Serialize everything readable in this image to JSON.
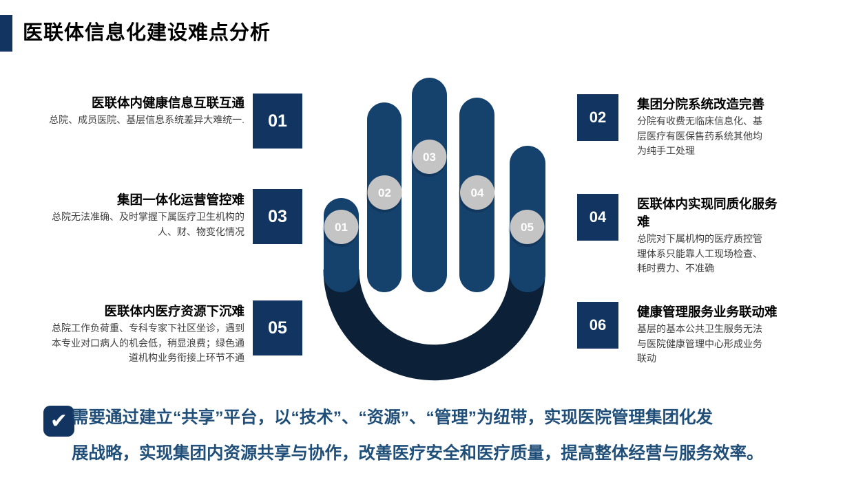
{
  "header": {
    "title": "医联体信息化建设难点分析"
  },
  "left_items": [
    {
      "num": "01",
      "title": "医联体内健康信息互联互通",
      "desc": "总院、成员医院、基层信息系统差异大难统一."
    },
    {
      "num": "03",
      "title": "集团一体化运营管控难",
      "desc": "总院无法准确、及时掌握下属医疗卫生机构的人、财、物变化情况"
    },
    {
      "num": "05",
      "title": "医联体内医疗资源下沉难",
      "desc": "总院工作负荷重、专科专家下社区坐诊，遇到本专业对口病人的机会低，稍显浪费；绿色通道机构业务衔接上环节不通"
    }
  ],
  "right_items": [
    {
      "num": "02",
      "title": "集团分院系统改造完善",
      "desc": "分院有收费无临床信息化、基层医疗有医保售药系统其他均为纯手工处理"
    },
    {
      "num": "04",
      "title": "医联体内实现同质化服务难",
      "desc": "总院对下属机构的医疗质控管理体系只能靠人工现场检查、耗时费力、不准确"
    },
    {
      "num": "06",
      "title": "健康管理服务业务联动难",
      "desc": "基层的基本公共卫生服务无法与医院健康管理中心形成业务联动"
    }
  ],
  "hand_labels": [
    "01",
    "02",
    "03",
    "04",
    "05"
  ],
  "summary": {
    "check_glyph": "✔",
    "lines": [
      "需要通过建立“共享”平台，以“技术”、“资源”、“管理”为纽带，实现医院管理集团化发",
      "展战略，实现集团内资源共享与协作，改善医疗安全和医疗质量，提高整体经营与服务效率。"
    ]
  },
  "colors": {
    "accent_navy": "#113560",
    "finger_blue": "#15416d",
    "palm_arc_navy": "#0c2137",
    "circle_grey": "#c4c4c4",
    "summary_blue": "#1f4e79",
    "desc_grey": "#3f3f3f"
  }
}
